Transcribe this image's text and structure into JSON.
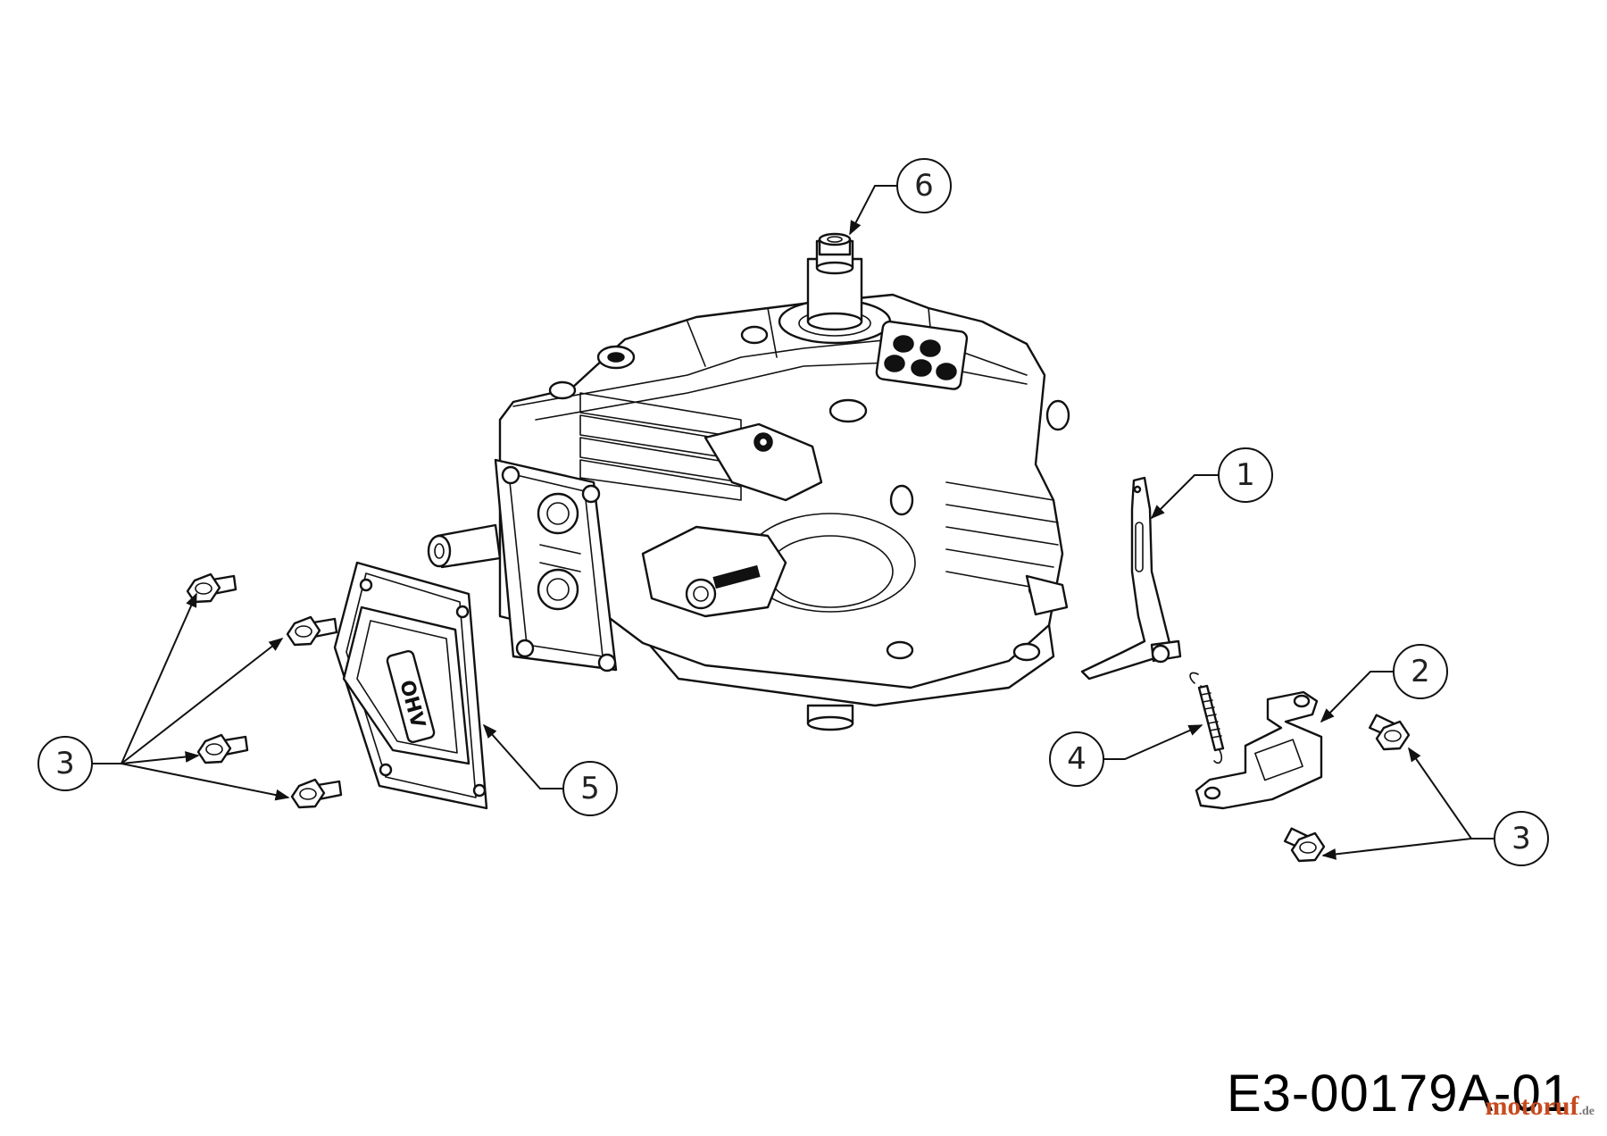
{
  "drawing_code": "E3-00179A-01",
  "watermark": {
    "text": "motoruf",
    "suffix": ".de"
  },
  "valve_cover_text": "OHV",
  "callouts": [
    {
      "id": "callout-1",
      "label": "1"
    },
    {
      "id": "callout-2",
      "label": "2"
    },
    {
      "id": "callout-3-left",
      "label": "3"
    },
    {
      "id": "callout-3-right",
      "label": "3"
    },
    {
      "id": "callout-4",
      "label": "4"
    },
    {
      "id": "callout-5",
      "label": "5"
    },
    {
      "id": "callout-6",
      "label": "6"
    }
  ]
}
